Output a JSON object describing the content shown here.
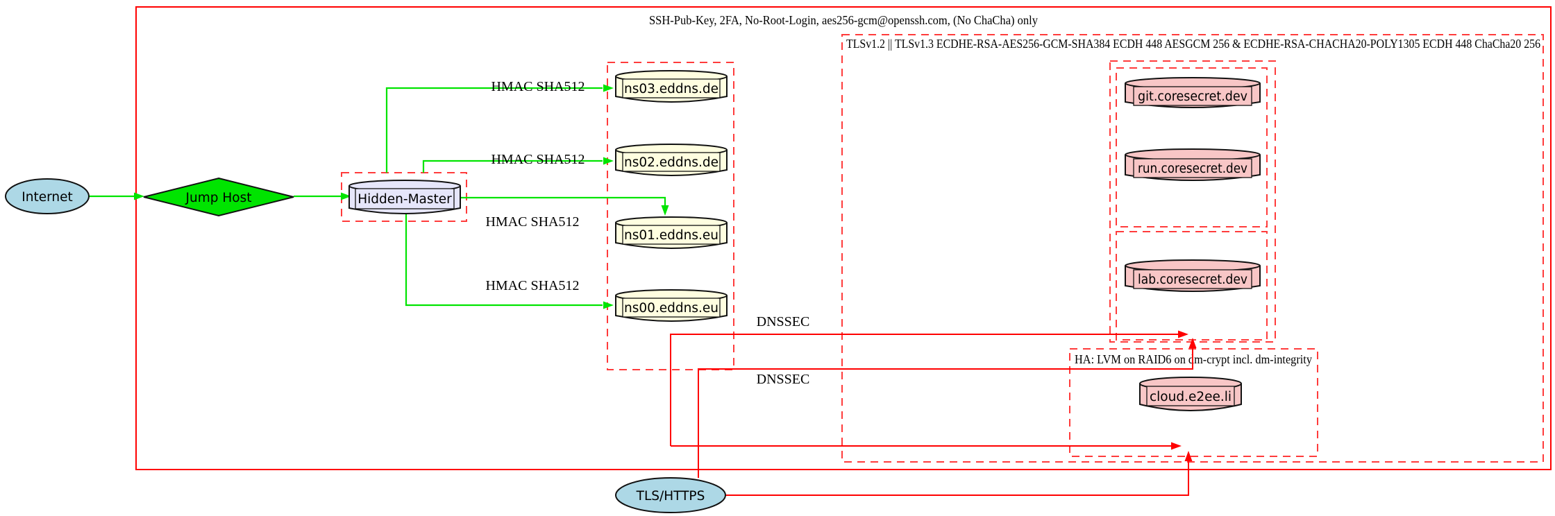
{
  "clusters": {
    "ssh": {
      "label": "SSH-Pub-Key, 2FA, No-Root-Login, aes256-gcm@openssh.com, (No ChaCha) only"
    },
    "tls": {
      "label": "TLSv1.2 || TLSv1.3 ECDHE-RSA-AES256-GCM-SHA384 ECDH 448 AESGCM 256 & ECDHE-RSA-CHACHA20-POLY1305 ECDH 448 ChaCha20 256"
    },
    "ha": {
      "label": "HA: LVM on RAID6 on dm-crypt incl. dm-integrity"
    }
  },
  "nodes": {
    "internet": {
      "label": "Internet"
    },
    "jump_host": {
      "label": "Jump Host"
    },
    "hidden_master": {
      "label": "Hidden-Master"
    },
    "ns03": {
      "label": "ns03.eddns.de"
    },
    "ns02": {
      "label": "ns02.eddns.de"
    },
    "ns01": {
      "label": "ns01.eddns.eu"
    },
    "ns00": {
      "label": "ns00.eddns.eu"
    },
    "git": {
      "label": "git.coresecret.dev"
    },
    "run": {
      "label": "run.coresecret.dev"
    },
    "lab": {
      "label": "lab.coresecret.dev"
    },
    "cloud": {
      "label": "cloud.e2ee.li"
    },
    "tls_https": {
      "label": "TLS/HTTPS"
    }
  },
  "edges": {
    "hmac_sha512_1": "HMAC SHA512",
    "hmac_sha512_2": "HMAC SHA512",
    "hmac_sha512_3": "HMAC SHA512",
    "hmac_sha512_4": "HMAC SHA512",
    "dnssec_1": "DNSSEC",
    "dnssec_2": "DNSSEC"
  },
  "colors": {
    "cluster_border_dashed": "#ff3b3b",
    "outer_box_solid": "#ff0000",
    "secure_transfer_edge": "#00e400",
    "dnssec_tls_edge": "#ff0000",
    "dns_node_fill": "#fffee0",
    "service_node_fill": "#f8c6c6",
    "hidden_master_fill": "#e6e6fa",
    "endpoint_ellipse_fill": "#add8e6",
    "jump_host_fill": "#00e400"
  }
}
